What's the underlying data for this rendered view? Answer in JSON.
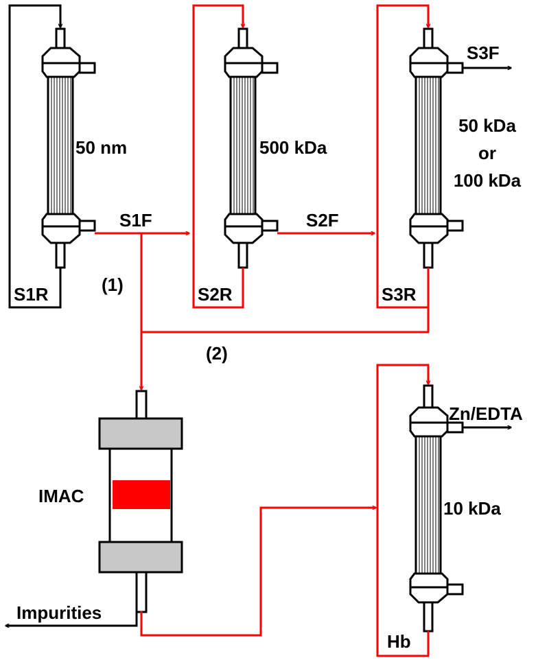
{
  "colors": {
    "line": "#000000",
    "flow": "#ff0000",
    "column_gray": "#c8c8c8",
    "resin": "#ff0000"
  },
  "membranes": {
    "m1": {
      "cutoff": "50 nm"
    },
    "m2": {
      "cutoff": "500 kDa"
    },
    "m3": {
      "cutoff_line1": "50 kDa",
      "cutoff_line2": "or",
      "cutoff_line3": "100 kDa"
    },
    "m4": {
      "cutoff": "10 kDa"
    }
  },
  "streams": {
    "s1f": "S1F",
    "s1r": "S1R",
    "s2f": "S2F",
    "s2r": "S2R",
    "s3f": "S3F",
    "s3r": "S3R",
    "zn_edta": "Zn/EDTA",
    "hb": "Hb",
    "impurities": "Impurities"
  },
  "routes": {
    "route1": "(1)",
    "route2": "(2)"
  },
  "column": {
    "label": "IMAC"
  }
}
